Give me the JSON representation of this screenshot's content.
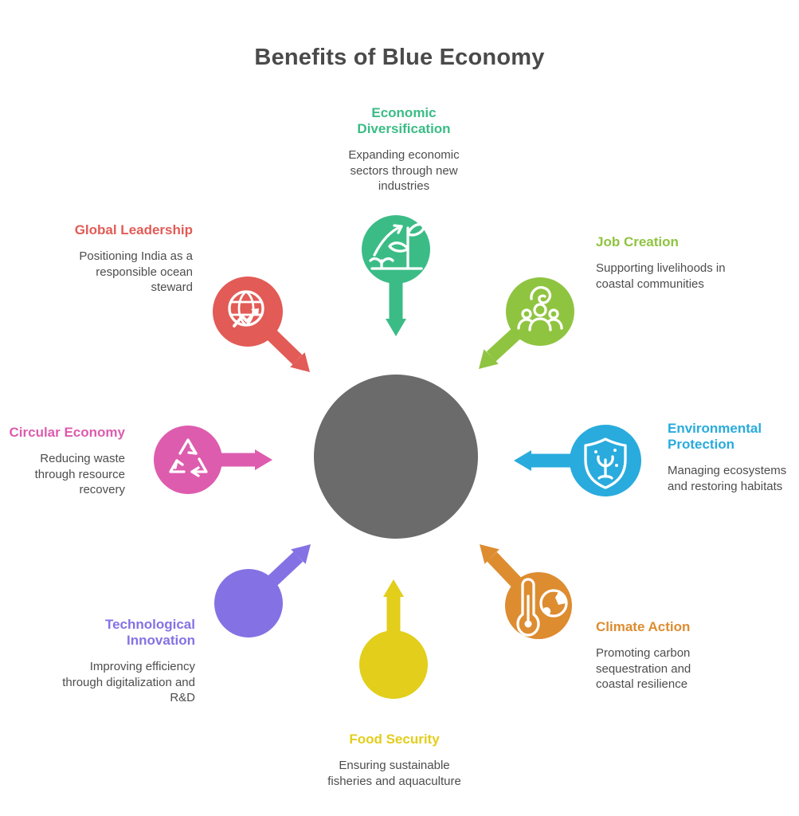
{
  "title": "Benefits of Blue Economy",
  "center": {
    "color": "#6b6b6b"
  },
  "items": [
    {
      "title": "Economic Diversification",
      "description": "Expanding economic sectors through new industries",
      "color": "#3bbc86",
      "icon": "growth-plant-icon"
    },
    {
      "title": "Job Creation",
      "description": "Supporting livelihoods in coastal communities",
      "color": "#8fc440",
      "icon": "community-hand-icon"
    },
    {
      "title": "Environmental Protection",
      "description": "Managing ecosystems and restoring habitats",
      "color": "#29abdd",
      "icon": "shield-coral-icon"
    },
    {
      "title": "Climate Action",
      "description": "Promoting carbon sequestration and coastal resilience",
      "color": "#dd8c30",
      "icon": "thermometer-globe-icon"
    },
    {
      "title": "Food Security",
      "description": "Ensuring sustainable fisheries and aquaculture",
      "color": "#e2ce1b",
      "icon": null
    },
    {
      "title": "Technological Innovation",
      "description": "Improving efficiency through digitalization and R&D",
      "color": "#8472e4",
      "icon": null
    },
    {
      "title": "Circular Economy",
      "description": "Reducing waste through resource recovery",
      "color": "#dd5cae",
      "icon": "recycle-icon"
    },
    {
      "title": "Global Leadership",
      "description": "Positioning India as a responsible ocean steward",
      "color": "#e25b56",
      "icon": "globe-trend-icon"
    }
  ]
}
